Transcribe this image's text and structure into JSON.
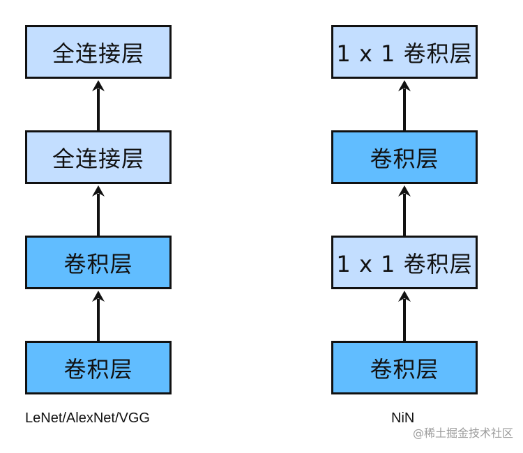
{
  "left_column": {
    "caption": "LeNet/AlexNet/VGG",
    "boxes": [
      {
        "label": "全连接层",
        "style": "light"
      },
      {
        "label": "全连接层",
        "style": "light"
      },
      {
        "label": "卷积层",
        "style": "dark"
      },
      {
        "label": "卷积层",
        "style": "dark"
      }
    ]
  },
  "right_column": {
    "caption": "NiN",
    "boxes": [
      {
        "label": "1 x 1 卷积层",
        "style": "light"
      },
      {
        "label": "卷积层",
        "style": "dark"
      },
      {
        "label": "1 x 1 卷积层",
        "style": "light"
      },
      {
        "label": "卷积层",
        "style": "dark"
      }
    ]
  },
  "watermark": "@稀土掘金技术社区",
  "colors": {
    "light_box": "#c3deff",
    "dark_box": "#61bdff",
    "border": "#111111"
  }
}
